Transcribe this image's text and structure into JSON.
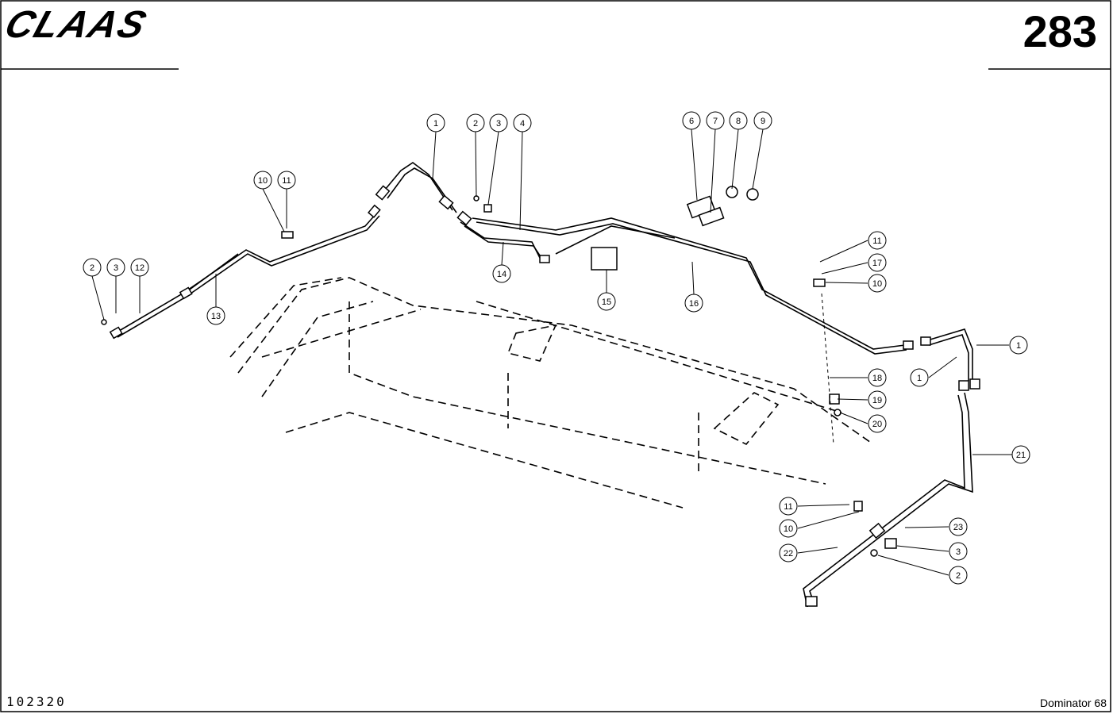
{
  "header": {
    "brand": "CLAAS",
    "page_number": "283"
  },
  "footer": {
    "drawing_number": "102320",
    "model": "Dominator 68"
  },
  "callouts": [
    "1",
    "2",
    "3",
    "4",
    "6",
    "7",
    "8",
    "9",
    "10",
    "11",
    "12",
    "13",
    "14",
    "15",
    "16",
    "17",
    "18",
    "19",
    "20",
    "21",
    "22",
    "23"
  ],
  "colors": {
    "ink": "#000000",
    "paper": "#ffffff"
  }
}
